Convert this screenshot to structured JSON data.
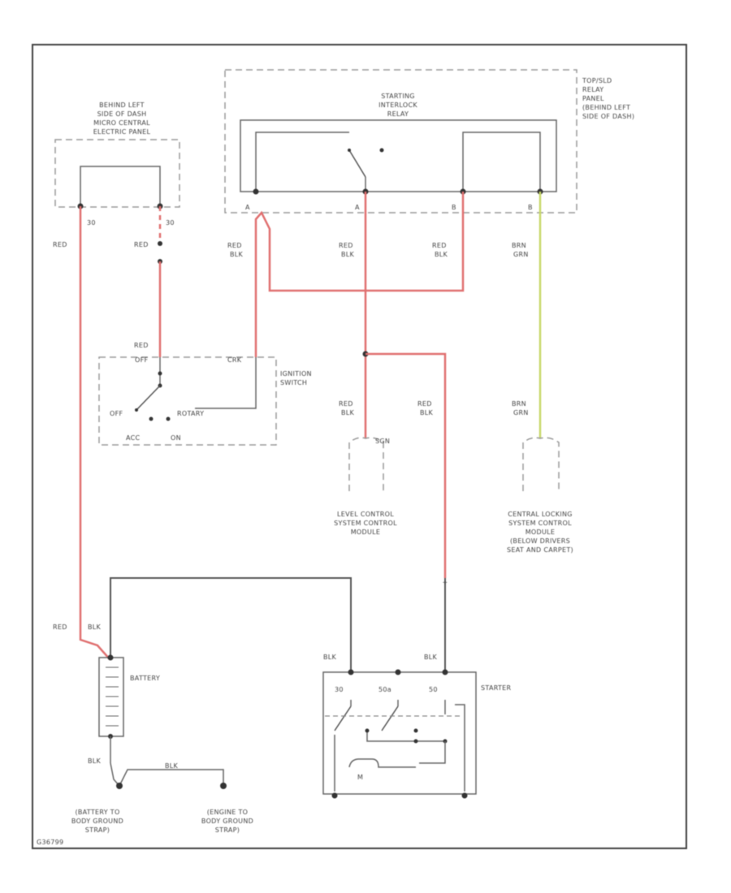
{
  "diagram": {
    "colors": {
      "red_wire": "#e07070",
      "yellow_wire": "#c8d86a",
      "wire": "#555555",
      "border": "#444444"
    },
    "central_panel": {
      "label": [
        "BEHIND LEFT",
        "SIDE OF DASH",
        "MICRO CENTRAL",
        "ELECTRIC PANEL"
      ],
      "pin_left": "30",
      "pin_right": "30"
    },
    "relay_panel": {
      "label": [
        "TOP/SLD",
        "RELAY",
        "PANEL",
        "(BEHIND LEFT",
        "SIDE OF DASH)"
      ]
    },
    "relay": {
      "label": [
        "STARTING",
        "INTERLOCK",
        "RELAY"
      ],
      "pins": [
        "A",
        "A",
        "B",
        "B"
      ]
    },
    "ignition_switch": {
      "label": [
        "IGNITION",
        "SWITCH"
      ],
      "pin_top_left": "OFF",
      "pin_top_right": "CRK",
      "pos_off": "OFF",
      "pos_rotary": "ROTARY",
      "pos_acc": "ACC",
      "pos_on": "ON"
    },
    "wire_labels": {
      "red_left": "RED",
      "red_upper": "RED",
      "red_to_ign": "RED",
      "red_blk_1": [
        "RED",
        "BLK"
      ],
      "red_blk_2": [
        "RED",
        "BLK"
      ],
      "red_blk_3": [
        "RED",
        "BLK"
      ],
      "red_blk_4": [
        "RED",
        "BLK"
      ],
      "red_blk_5": [
        "RED",
        "BLK"
      ],
      "brn_grn_1": [
        "BRN",
        "GRN"
      ],
      "brn_grn_2": [
        "BRN",
        "GRN"
      ],
      "battery_red": "RED",
      "battery_blk": "BLK",
      "battery_blk2": "BLK",
      "starter_blk": "BLK",
      "starter_blk2": "BLK",
      "strap_blk": "BLK"
    },
    "level_module": {
      "pin": "SGN",
      "label": [
        "LEVEL CONTROL",
        "SYSTEM CONTROL",
        "MODULE"
      ]
    },
    "locking_module": {
      "label": [
        "CENTRAL LOCKING",
        "SYSTEM CONTROL",
        "MODULE",
        "(BELOW DRIVERS",
        "SEAT AND CARPET)"
      ]
    },
    "battery": {
      "label": "BATTERY"
    },
    "starter": {
      "label": "STARTER",
      "pin_30": "30",
      "pin_50a": "50a",
      "pin_50": "50",
      "motor": "M"
    },
    "ground_battery": {
      "label": [
        "(BATTERY TO",
        "BODY GROUND",
        "STRAP)"
      ]
    },
    "ground_engine": {
      "label": [
        "(ENGINE TO",
        "BODY GROUND",
        "STRAP)"
      ]
    },
    "figure_id": "G36799"
  }
}
